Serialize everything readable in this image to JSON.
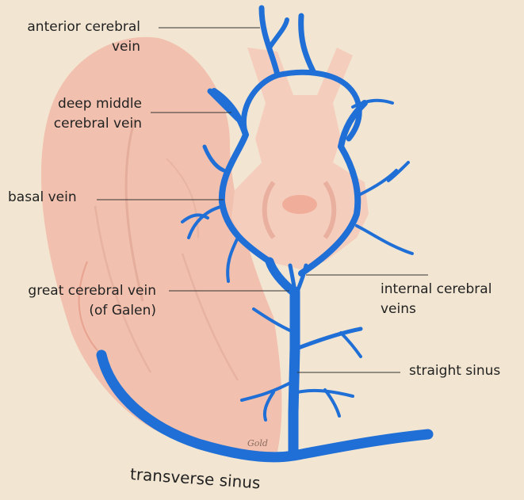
{
  "labels": {
    "anterior_cerebral_vein": [
      "anterior cerebral",
      "vein"
    ],
    "deep_middle_cerebral_vein": [
      "deep middle",
      "cerebral vein"
    ],
    "basal_vein": "basal vein",
    "great_cerebral_vein": [
      "great cerebral vein",
      "(of Galen)"
    ],
    "internal_cerebral_veins": [
      "internal cerebral",
      "veins"
    ],
    "straight_sinus": "straight sinus",
    "transverse_sinus": "transverse sinus",
    "signature": "Gold"
  },
  "colors": {
    "background": "#f2e6d2",
    "brain": "#f1c0ae",
    "brainstem": "#f5cdbd",
    "vein": "#1f6fd6"
  }
}
